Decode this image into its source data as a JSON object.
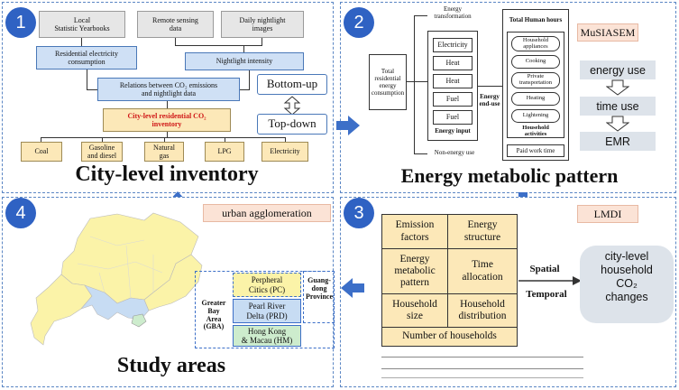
{
  "panel1": {
    "number": "1",
    "title": "City-level inventory",
    "local_yearbooks": "Local\nStatistic Yearbooks",
    "remote_sensing": "Remote sensing\ndata",
    "nightlight_images": "Daily nightlight\nimages",
    "residential_electricity": "Residential electricity\nconsumption",
    "nightlight_intensity": "Nightlight intensity",
    "relations": "Relations between CO₂ emissions\nand nightlight data",
    "inventory": "City-level residential CO₂\ninventory",
    "bottom_up": "Bottom-up",
    "top_down": "Top-down",
    "fuels": [
      "Coal",
      "Gasoline\nand diesel",
      "Natural\ngas",
      "LPG",
      "Electricity"
    ]
  },
  "panel2": {
    "number": "2",
    "title": "Energy metabolic pattern",
    "total_residential": "Total\nresidential\nenergy\nconsumption",
    "energy_transformation": "Energy\ntransformation",
    "energy_inputs": [
      "Electricity",
      "Heat",
      "Heat",
      "Fuel",
      "Fuel"
    ],
    "energy_input_label": "Energy input",
    "energy_end_use": "Energy\nend-use",
    "non_energy_use": "Non-energy use",
    "total_human_hours": "Total Human hours",
    "activities": [
      "Household\nappliances",
      "Cooking",
      "Private\ntransportation",
      "Heating",
      "Lightening"
    ],
    "household_activities": "Household\nactivities",
    "paid_work": "Paid work time",
    "musiasem": "MuSIASEM",
    "flow": [
      "energy use",
      "time use",
      "EMR"
    ]
  },
  "panel3": {
    "number": "3",
    "lmdi": "LMDI",
    "grid": [
      "Emission\nfactors",
      "Energy\nstructure",
      "Energy\nmetabolic\npattern",
      "Time\nallocation",
      "Household\nsize",
      "Household\ndistribution"
    ],
    "bottom_cell": "Number of households",
    "spatial": "Spatial",
    "temporal": "Temporal",
    "result": "city-level\nhousehold\nCO₂\nchanges"
  },
  "panel4": {
    "number": "4",
    "title": "Study areas",
    "urban_agglomeration": "urban agglomeration",
    "legend": [
      "Perpheral\nCitics (PC)",
      "Pearl River\nDelta (PRD)",
      "Hong Kong\n& Macau (HM)"
    ],
    "gba": "Greater\nBay\nArea\n(GBA)",
    "guangdong": "Guang-\ndong\nProvince"
  },
  "colors": {
    "accent_blue": "#2f62c3",
    "arrow_blue": "#3c6fc8",
    "pc": "#fbf3a8",
    "prd": "#c7dcf3",
    "hm": "#cdeccd",
    "cell": "#fce8b8",
    "tag": "#fbe3d6"
  }
}
